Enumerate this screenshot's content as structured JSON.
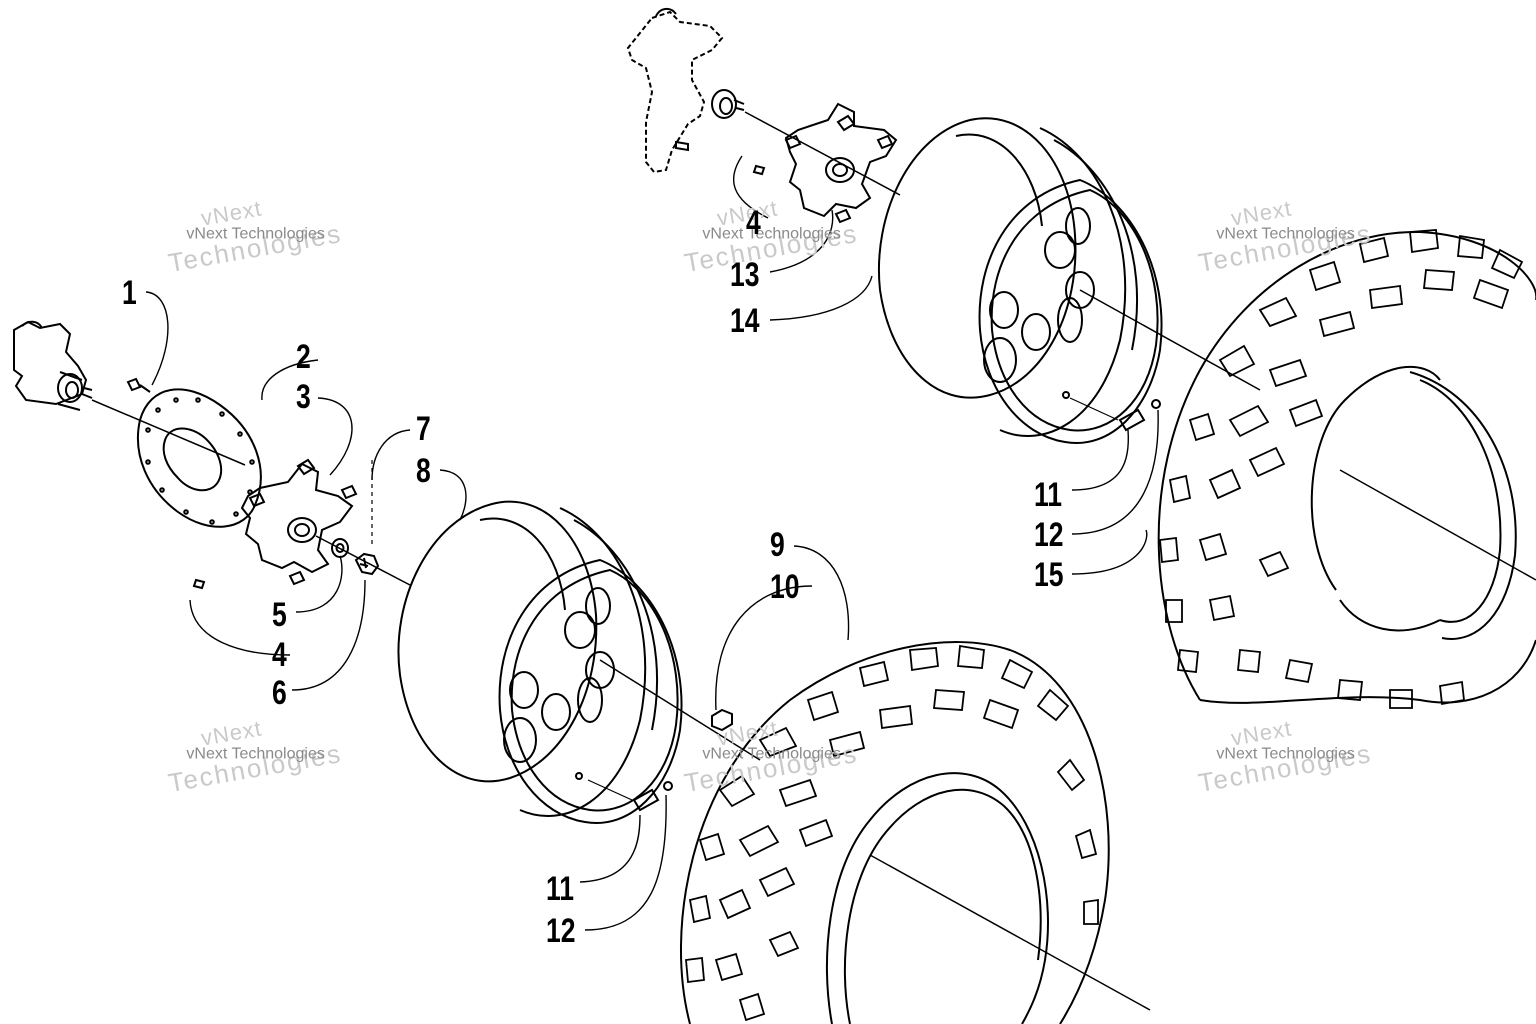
{
  "callouts": [
    {
      "id": "c1",
      "text": "1"
    },
    {
      "id": "c2",
      "text": "2"
    },
    {
      "id": "c3",
      "text": "3"
    },
    {
      "id": "c5",
      "text": "5"
    },
    {
      "id": "c4a",
      "text": "4"
    },
    {
      "id": "c6",
      "text": "6"
    },
    {
      "id": "c7",
      "text": "7"
    },
    {
      "id": "c8",
      "text": "8"
    },
    {
      "id": "c9",
      "text": "9"
    },
    {
      "id": "c10",
      "text": "10"
    },
    {
      "id": "c11a",
      "text": "11"
    },
    {
      "id": "c12a",
      "text": "12"
    },
    {
      "id": "c4b",
      "text": "4"
    },
    {
      "id": "c13",
      "text": "13"
    },
    {
      "id": "c14",
      "text": "14"
    },
    {
      "id": "c11b",
      "text": "11"
    },
    {
      "id": "c12b",
      "text": "12"
    },
    {
      "id": "c15",
      "text": "15"
    }
  ],
  "watermark": {
    "line1": "vNext",
    "line2": "vNext Technologies",
    "line3": "Technologies"
  }
}
